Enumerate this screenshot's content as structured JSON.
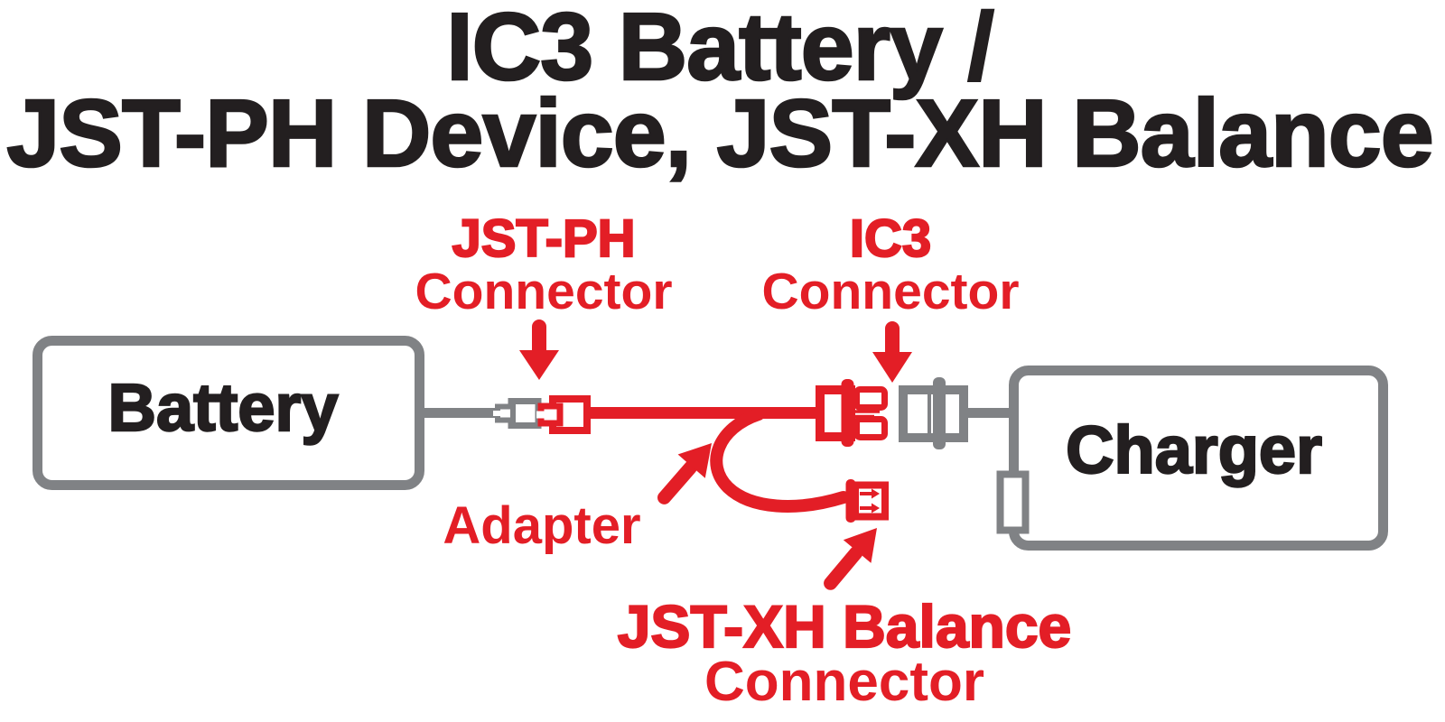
{
  "title": {
    "line1": "IC3 Battery /",
    "line2": "JST-PH Device, JST-XH Balance"
  },
  "callouts": {
    "jst_ph": {
      "title": "JST-PH",
      "subtitle": "Connector"
    },
    "ic3": {
      "title": "IC3",
      "subtitle": "Connector"
    },
    "adapter": {
      "title": "Adapter"
    },
    "jst_xh": {
      "title": "JST-XH Balance",
      "subtitle": "Connector"
    }
  },
  "devices": {
    "battery": "Battery",
    "charger": "Charger"
  },
  "colors": {
    "accent_red": "#E31E26",
    "device_gray": "#808285",
    "text_black": "#231F20",
    "background": "#FFFFFF"
  }
}
